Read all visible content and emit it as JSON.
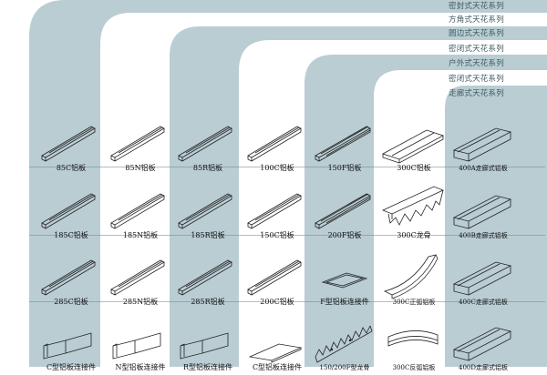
{
  "series_labels": [
    "密封式天花系列",
    "方角式天花系列",
    "圆边式天花系列",
    "密闭式天花系列",
    "户外式天花系列",
    "密闭式天花系列",
    "走廊式天花系列"
  ],
  "colors": {
    "arch_fill": "#b9cdd3",
    "panel_fill": "#ffffff",
    "line": "#222222"
  },
  "rows": [
    {
      "cells": [
        {
          "label": "85C铝板",
          "icon": "channel-profile-icon"
        },
        {
          "label": "85N铝板",
          "icon": "channel-profile-icon"
        },
        {
          "label": "85R铝板",
          "icon": "channel-profile-icon"
        },
        {
          "label": "100C铝板",
          "icon": "channel-profile-icon"
        },
        {
          "label": "150F铝板",
          "icon": "ribbed-profile-icon"
        },
        {
          "label": "300C铝板",
          "icon": "wide-panel-icon"
        },
        {
          "label": "400A走廊式铝板",
          "icon": "corridor-panel-icon"
        }
      ]
    },
    {
      "cells": [
        {
          "label": "185C铝板",
          "icon": "channel-profile-icon"
        },
        {
          "label": "185N铝板",
          "icon": "channel-profile-icon"
        },
        {
          "label": "185R铝板",
          "icon": "channel-profile-icon"
        },
        {
          "label": "150C铝板",
          "icon": "channel-profile-icon"
        },
        {
          "label": "200F铝板",
          "icon": "ribbed-profile-icon"
        },
        {
          "label": "300C龙骨",
          "icon": "keel-icon"
        },
        {
          "label": "400B走廊式铝板",
          "icon": "corridor-panel-icon"
        }
      ]
    },
    {
      "cells": [
        {
          "label": "285C铝板",
          "icon": "channel-profile-icon"
        },
        {
          "label": "285N铝板",
          "icon": "channel-profile-icon"
        },
        {
          "label": "285R铝板",
          "icon": "channel-profile-icon"
        },
        {
          "label": "200C铝板",
          "icon": "channel-profile-icon"
        },
        {
          "label": "F型铝板连接件",
          "icon": "frame-connector-icon"
        },
        {
          "label": "300C正弧铝板",
          "icon": "arc-panel-icon"
        },
        {
          "label": "400C走廊式铝板",
          "icon": "corridor-panel-icon"
        }
      ]
    },
    {
      "cells": [
        {
          "label": "C型铝板连接件",
          "icon": "connector-icon"
        },
        {
          "label": "N型铝板连接件",
          "icon": "connector-icon"
        },
        {
          "label": "R型铝板连接件",
          "icon": "connector-icon"
        },
        {
          "label": "C型铝板连接件",
          "icon": "plate-connector-icon"
        },
        {
          "label": "150/200F型龙骨",
          "icon": "serrated-keel-icon"
        },
        {
          "label": "300C反弧铝板",
          "icon": "reverse-arc-panel-icon"
        },
        {
          "label": "400D走廊式铝板",
          "icon": "corridor-panel-icon"
        }
      ]
    }
  ]
}
